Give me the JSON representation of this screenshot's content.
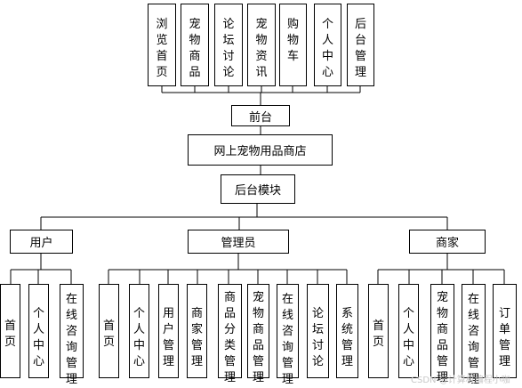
{
  "top_nodes": [
    "浏览首页",
    "宠物商品",
    "论坛讨论",
    "宠物资讯",
    "购物车",
    "个人中心",
    "后台管理"
  ],
  "frontend": "前台",
  "root": "网上宠物用品商店",
  "backend": "后台模块",
  "user": {
    "label": "用户",
    "children": [
      "首页",
      "个人中心",
      "在线咨询管理"
    ]
  },
  "admin": {
    "label": "管理员",
    "children": [
      "首页",
      "个人中心",
      "用户管理",
      "商家管理",
      "商品分类管理",
      "宠物商品管理",
      "在线咨询管理",
      "论坛讨论",
      "系统管理"
    ]
  },
  "merchant": {
    "label": "商家",
    "children": [
      "首页",
      "个人中心",
      "宠物商品管理",
      "在线咨询管理",
      "订单管理"
    ]
  },
  "watermark": "CSDN @计算机编程小咖"
}
